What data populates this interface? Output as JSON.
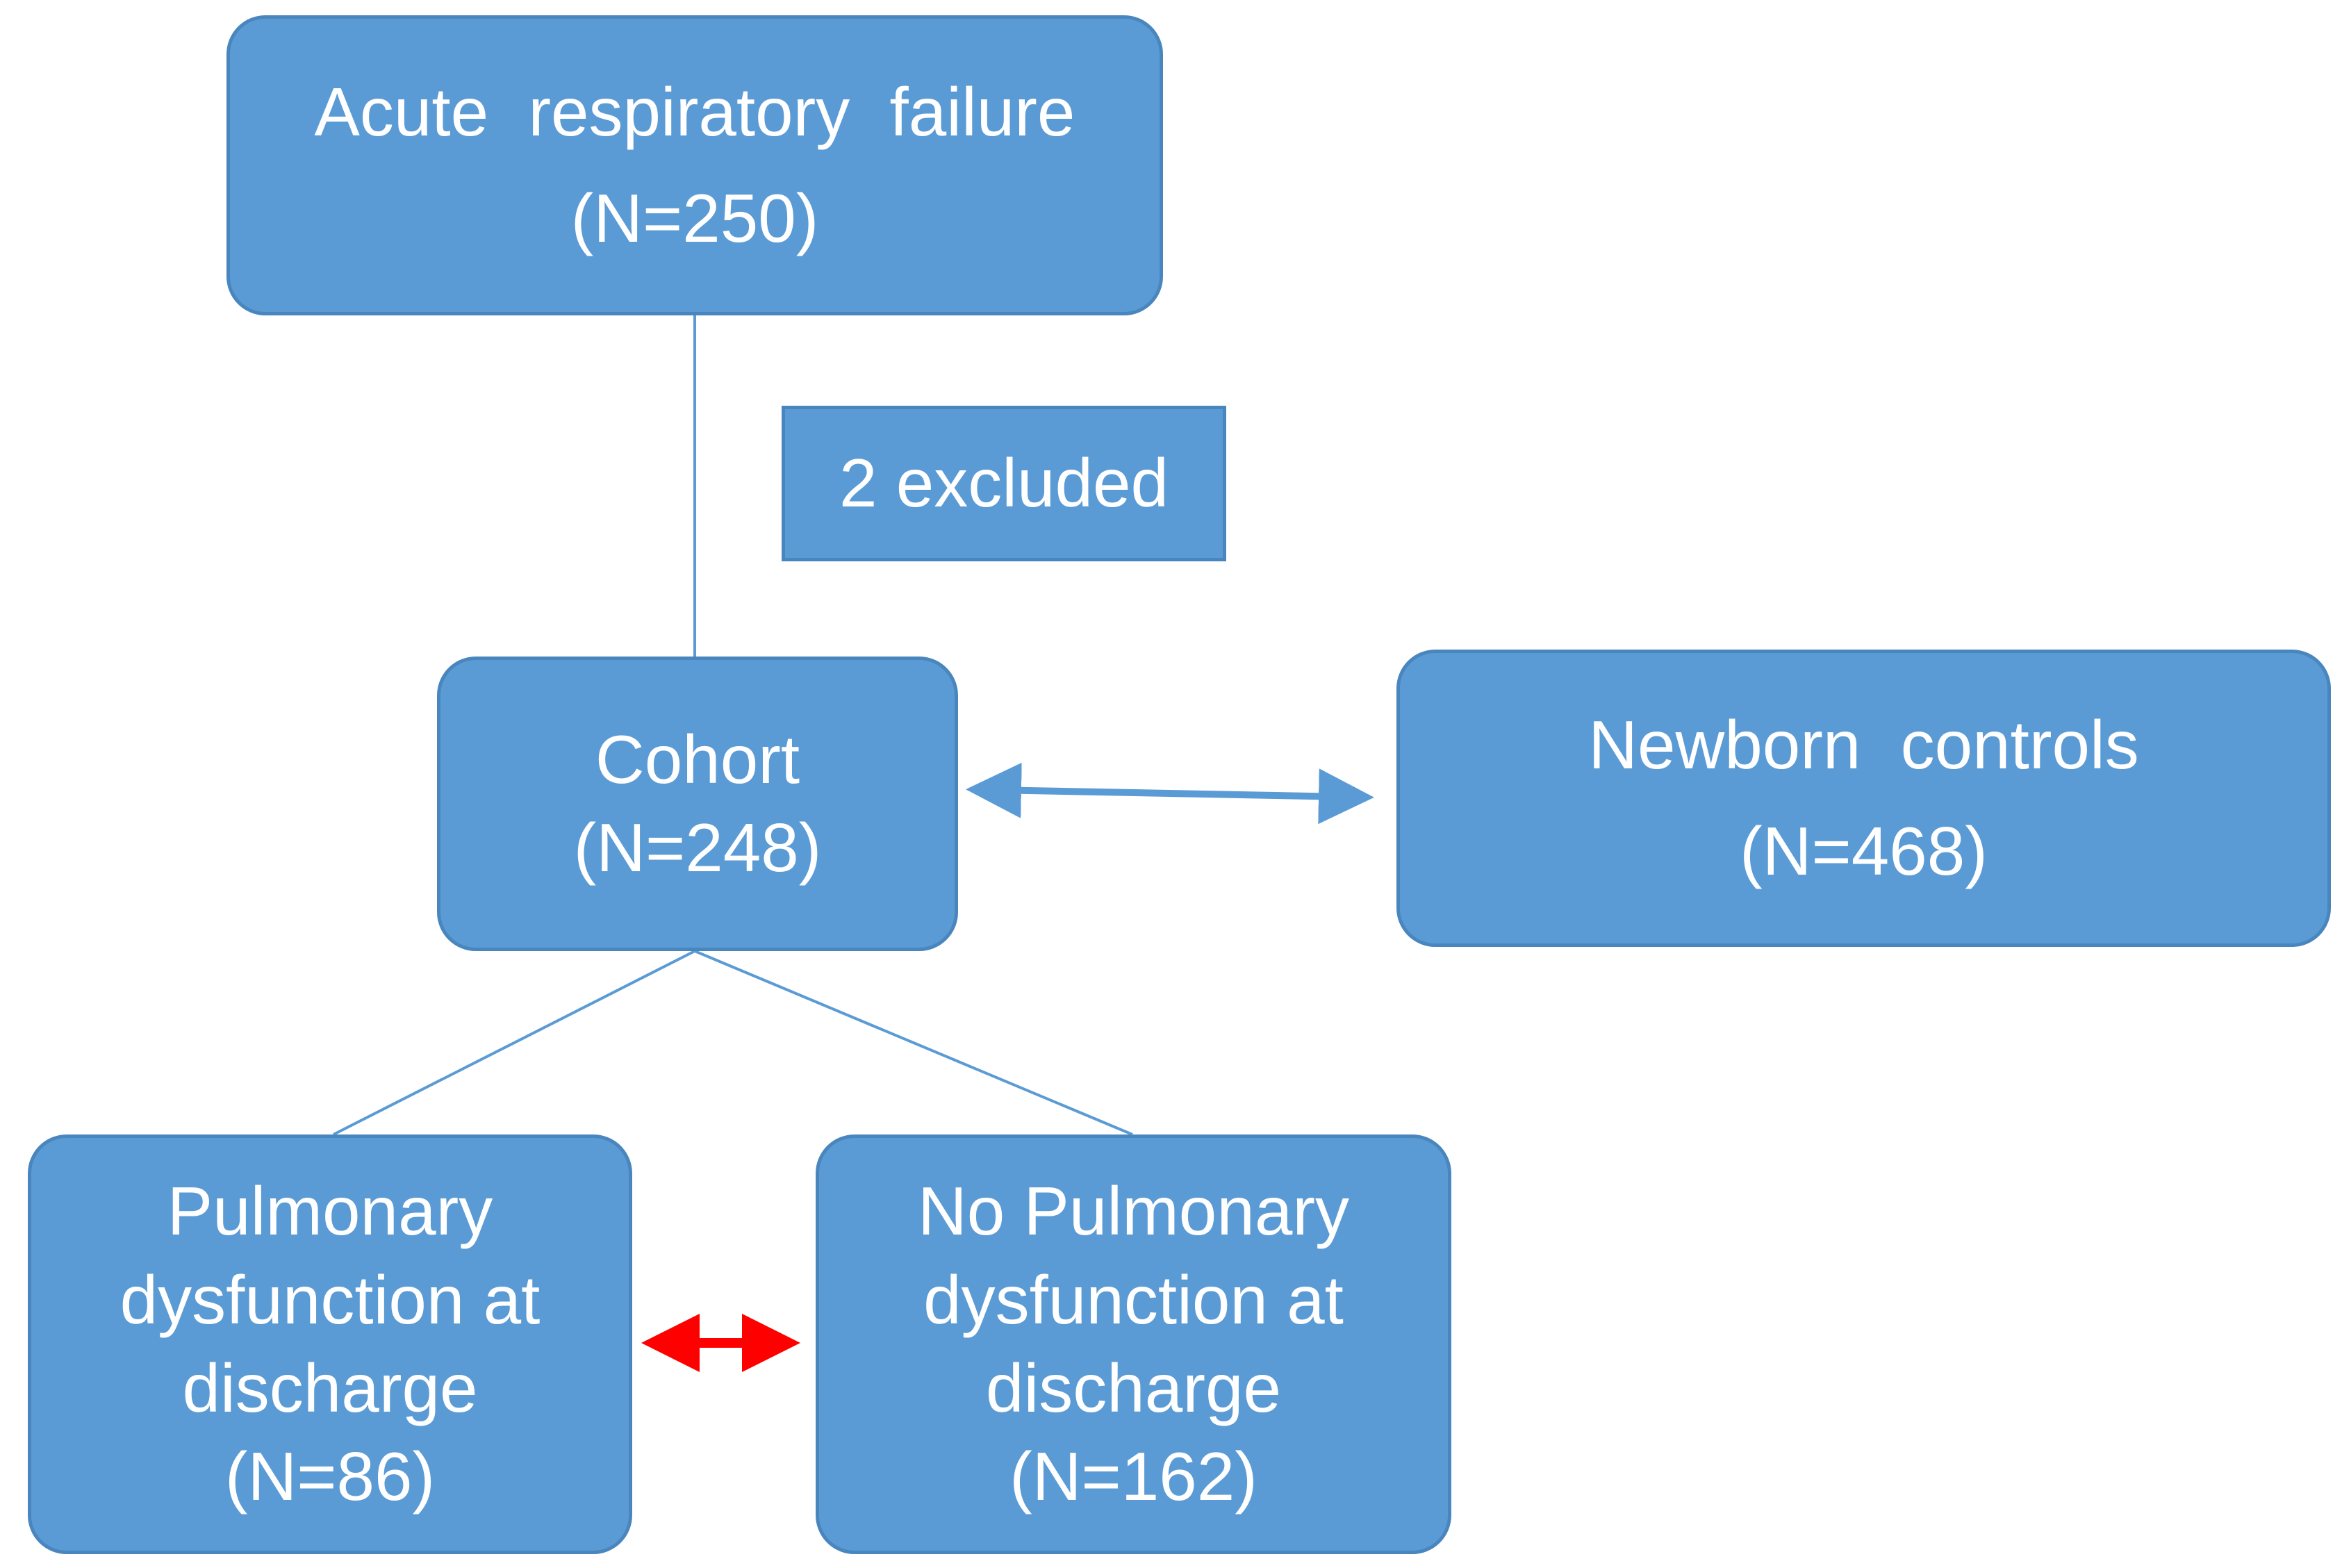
{
  "nodes": {
    "arf": {
      "line1": "Acute respiratory failure",
      "line2": "(N=250)"
    },
    "excluded": {
      "label": "2 excluded"
    },
    "cohort": {
      "line1": "Cohort",
      "line2": "(N=248)"
    },
    "controls": {
      "line1": "Newborn controls",
      "line2": "(N=468)"
    },
    "pd": {
      "line1": "Pulmonary",
      "line2": "dysfunction at",
      "line3": "discharge",
      "line4": "(N=86)"
    },
    "nopd": {
      "line1": "No Pulmonary",
      "line2": "dysfunction at",
      "line3": "discharge",
      "line4": "(N=162)"
    }
  },
  "colors": {
    "box_fill": "#5b9bd5",
    "box_border": "#4a86be",
    "connector": "#5b9bd5",
    "comparison_arrow_blue": "#5b9bd5",
    "comparison_arrow_red": "#ff0000",
    "text": "#ffffff"
  }
}
